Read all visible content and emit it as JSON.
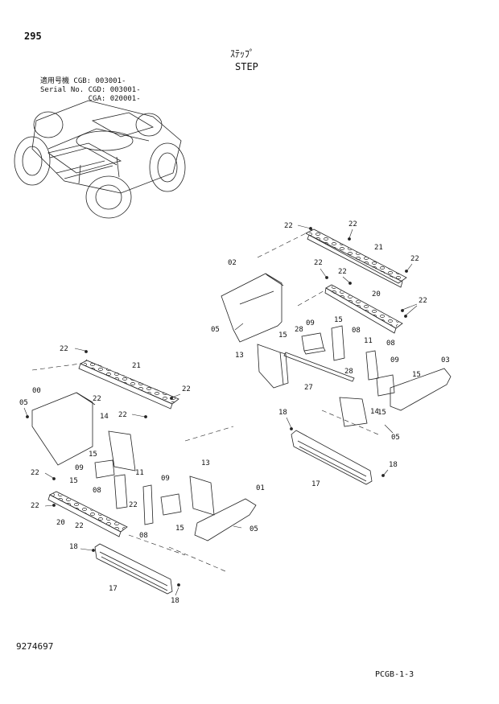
{
  "header": {
    "page_number": "295",
    "title_jp": "ｽﾃｯﾌﾟ",
    "title_en": "STEP"
  },
  "serial_info": {
    "line1": "適用号機 CGB: 003001-",
    "line2": "Serial No. CGD: 003001-",
    "line3": "           CGA: 020001-"
  },
  "footer": {
    "catalog_number": "9274697",
    "page_ref": "PCGB-1-3"
  },
  "callouts": {
    "c22a": "22",
    "c22b": "22",
    "c21a": "21",
    "c22c": "22",
    "c02": "02",
    "c22d": "22",
    "c22e": "22",
    "c20a": "20",
    "c22f": "22",
    "c05a": "05",
    "c15a": "15",
    "c28a": "28",
    "c09a": "09",
    "c15b": "15",
    "c08a": "08",
    "c11a": "11",
    "c13a": "13",
    "c08b": "08",
    "c09b": "09",
    "c03": "03",
    "c28b": "28",
    "c15c": "15",
    "c27": "27",
    "c14a": "14",
    "c15d": "15",
    "c05b": "05",
    "c18a": "18",
    "c18b": "18",
    "c17a": "17",
    "c22g": "22",
    "c21b": "21",
    "c00": "00",
    "c05c": "05",
    "c22h": "22",
    "c22i": "22",
    "c22j": "22",
    "c14b": "14",
    "c15e": "15",
    "c09c": "09",
    "c15f": "15",
    "c11b": "11",
    "c08c": "08",
    "c22k": "22",
    "c13b": "13",
    "c09d": "09",
    "c01": "01",
    "c22l": "22",
    "c20b": "20",
    "c22m": "22",
    "c15g": "15",
    "c08d": "08",
    "c05d": "05",
    "c18c": "18",
    "c17b": "17",
    "c18d": "18"
  }
}
